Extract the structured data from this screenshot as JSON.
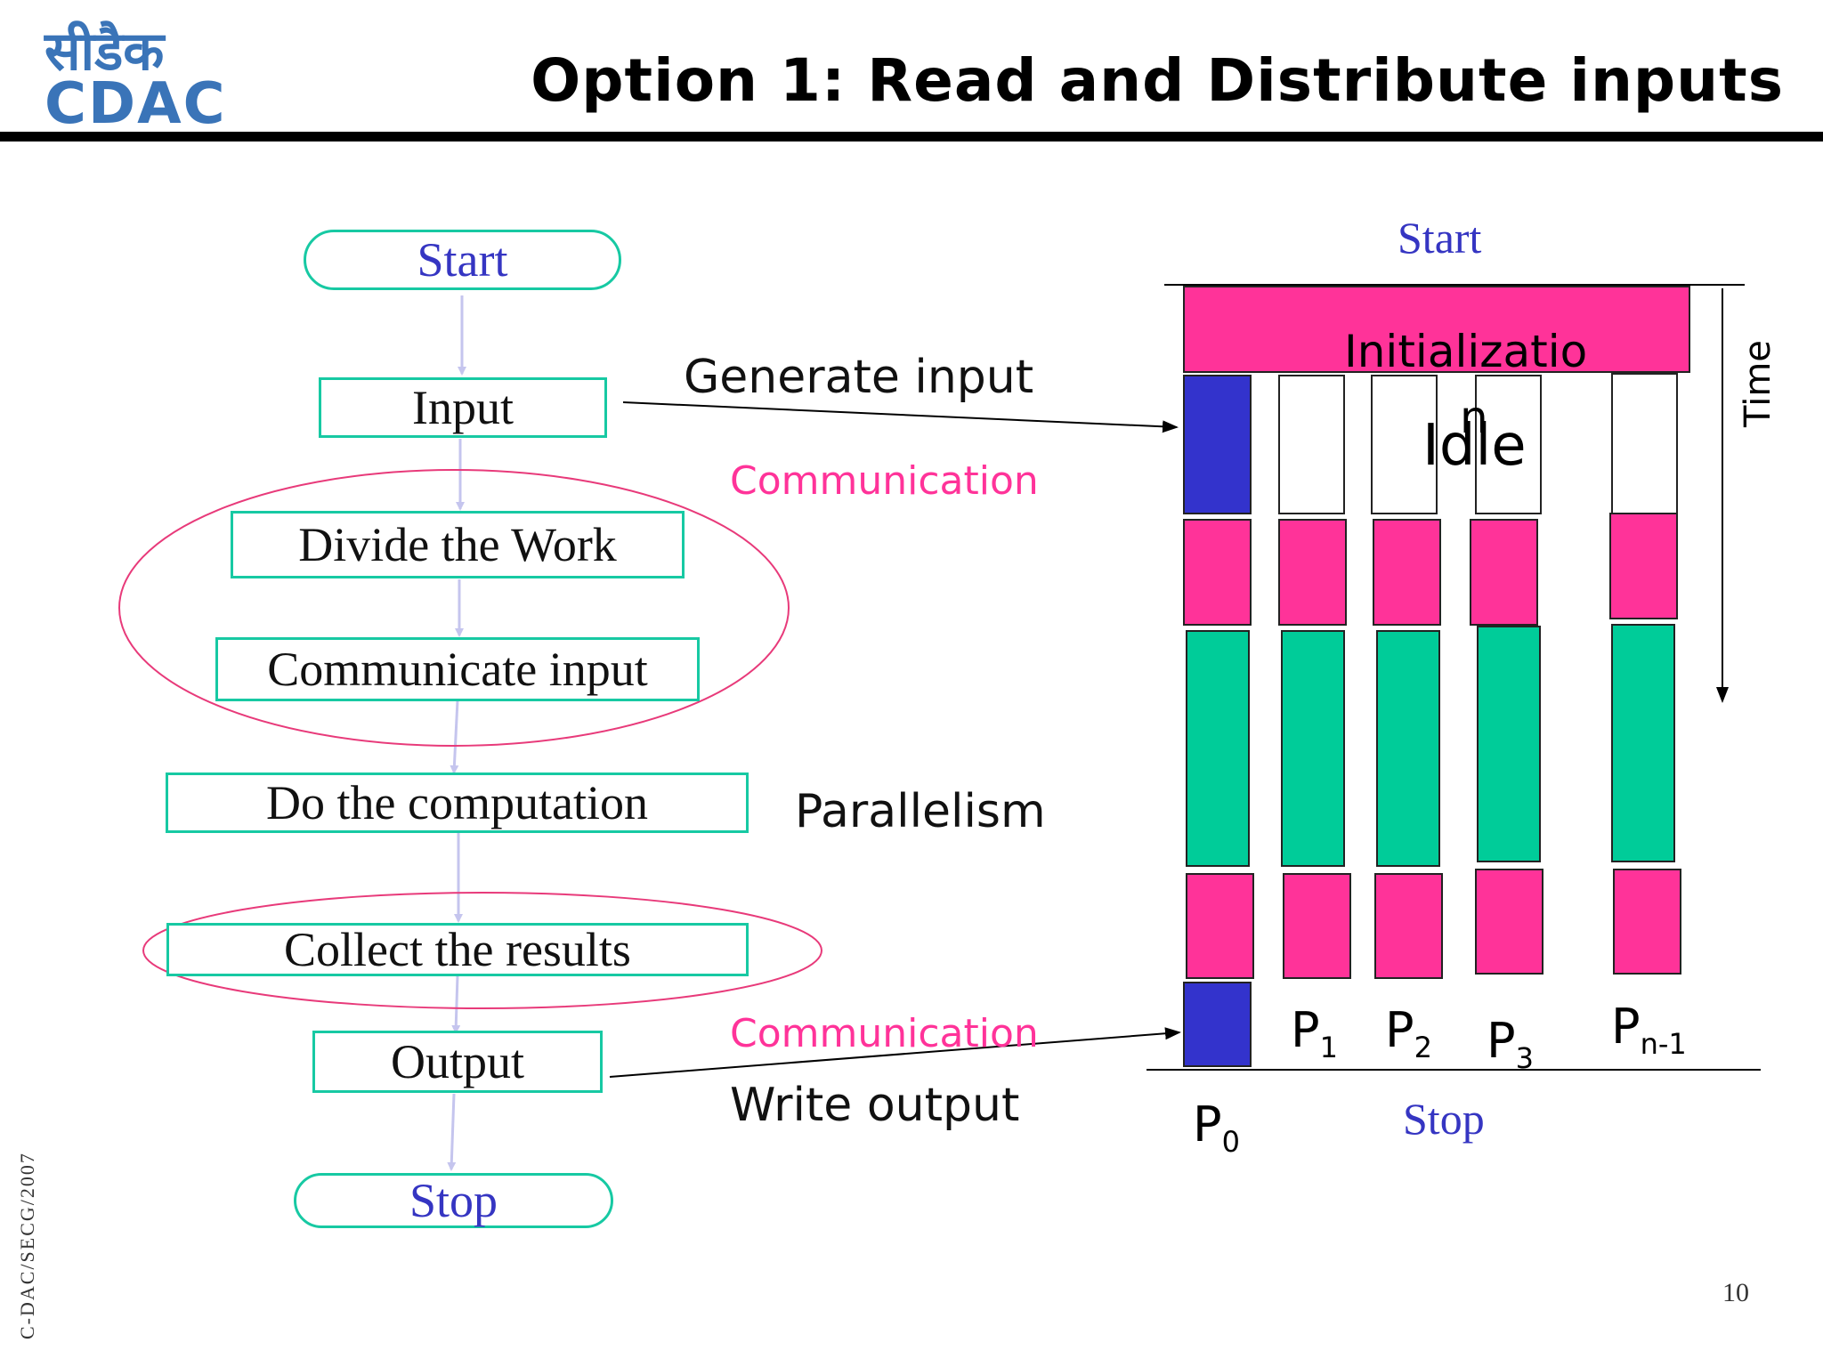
{
  "slide": {
    "title": "Option 1: Read and Distribute inputs",
    "logo": {
      "hindi": "सीडैक",
      "english": "CDAC"
    },
    "footer_side": "C-DAC/SECG/2007",
    "page_number": "10",
    "colors": {
      "terminal_text": "#3535c2",
      "box_border": "#17c9a3",
      "communication": "#ff3399",
      "compute": "#00cc99",
      "active": "#3333cc",
      "ellipse": "#e83a7a"
    }
  },
  "flowchart": {
    "start": "Start",
    "input": "Input",
    "divide": "Divide the Work",
    "communicate": "Communicate input",
    "compute": "Do the computation",
    "collect": "Collect the results",
    "output": "Output",
    "stop": "Stop"
  },
  "annotations": {
    "generate_input": "Generate input",
    "communication_top": "Communication",
    "parallelism": "Parallelism",
    "communication_bottom": "Communication",
    "write_output": "Write output"
  },
  "timeline": {
    "start": "Start",
    "stop": "Stop",
    "time": "Time",
    "initialization_line1": "Initializatio",
    "initialization_line2": "n",
    "idle": "Idle",
    "processors": [
      {
        "base": "P",
        "sub": "0"
      },
      {
        "base": "P",
        "sub": "1"
      },
      {
        "base": "P",
        "sub": "2"
      },
      {
        "base": "P",
        "sub": "3"
      },
      {
        "base": "P",
        "sub": "n-1"
      }
    ]
  }
}
